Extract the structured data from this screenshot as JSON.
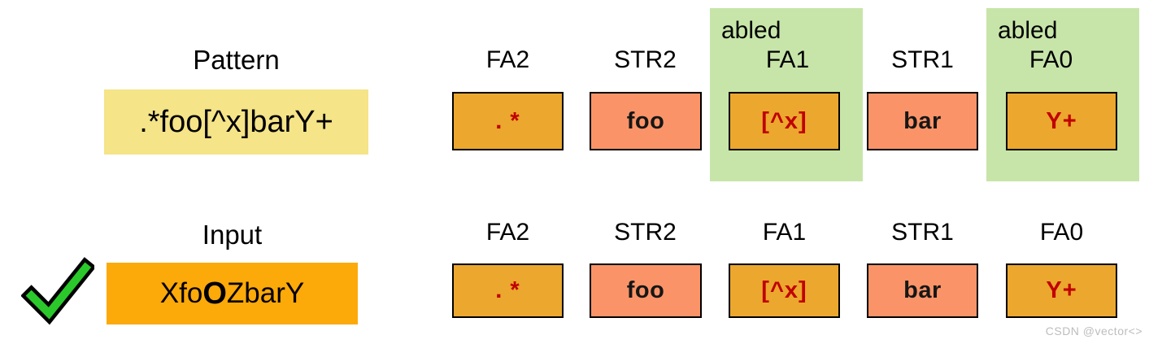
{
  "pattern": {
    "title": "Pattern",
    "value": ".*foo[^x]barY+"
  },
  "input": {
    "title": "Input",
    "value": "XfoOZbarY",
    "value_pre": "Xfo",
    "value_emph": "O",
    "value_post": "ZbarY",
    "status_icon": "green-checkmark"
  },
  "top_row": {
    "enabled_text": "abled",
    "enabled_columns": [
      "FA1",
      "FA0"
    ],
    "columns": [
      {
        "label": "FA2",
        "box_text": ". *",
        "box_kind": "fa"
      },
      {
        "label": "STR2",
        "box_text": "foo",
        "box_kind": "str"
      },
      {
        "label": "FA1",
        "box_text": "[^x]",
        "box_kind": "fa"
      },
      {
        "label": "STR1",
        "box_text": "bar",
        "box_kind": "str"
      },
      {
        "label": "FA0",
        "box_text": "Y+",
        "box_kind": "fa"
      }
    ]
  },
  "bottom_row": {
    "columns": [
      {
        "label": "FA2",
        "box_text": ". *",
        "box_kind": "fa"
      },
      {
        "label": "STR2",
        "box_text": "foo",
        "box_kind": "str"
      },
      {
        "label": "FA1",
        "box_text": "[^x]",
        "box_kind": "fa"
      },
      {
        "label": "STR1",
        "box_text": "bar",
        "box_kind": "str"
      },
      {
        "label": "FA0",
        "box_text": "Y+",
        "box_kind": "fa"
      }
    ]
  },
  "watermark": {
    "text": "CSDN @vector<>"
  },
  "colors": {
    "fa_box": "#EBA72E",
    "str_box": "#FA9468",
    "enabled_panel": "#C7E5A9",
    "pattern_box": "#F5E488",
    "input_box": "#FCA90A",
    "regex_text_red": "#C00000",
    "check_green": "#2BC82B",
    "watermark_gray": "#BDBDBD"
  }
}
